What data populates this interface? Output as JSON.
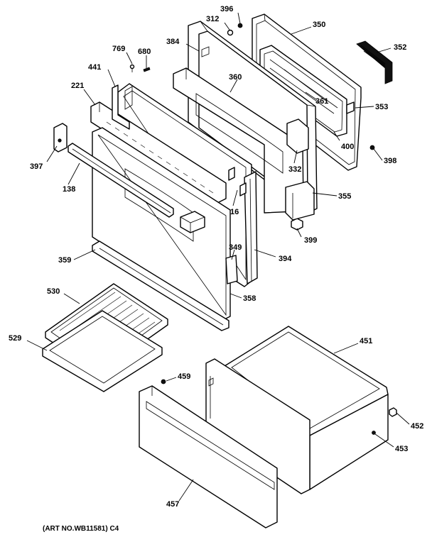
{
  "labels": {
    "l396": "396",
    "l312": "312",
    "l350": "350",
    "l352": "352",
    "l769": "769",
    "l680": "680",
    "l384": "384",
    "l360": "360",
    "l441": "441",
    "l221": "221",
    "l361": "361",
    "l353": "353",
    "l400": "400",
    "l398": "398",
    "l332": "332",
    "l397": "397",
    "l138": "138",
    "l16": "16",
    "l355": "355",
    "l399": "399",
    "l349": "349",
    "l394": "394",
    "l359": "359",
    "l358": "358",
    "l530": "530",
    "l529": "529",
    "l451": "451",
    "l459": "459",
    "l452": "452",
    "l453": "453",
    "l457": "457"
  },
  "art_number": "(ART NO.WB11581) C4"
}
